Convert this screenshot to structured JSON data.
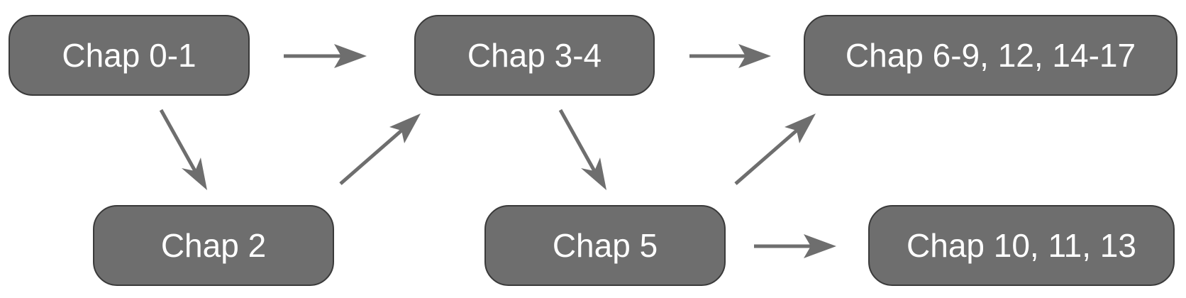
{
  "diagram": {
    "nodes": [
      {
        "id": "n01",
        "label": "Chap 0-1"
      },
      {
        "id": "n34",
        "label": "Chap 3-4"
      },
      {
        "id": "n69",
        "label": "Chap 6-9, 12, 14-17"
      },
      {
        "id": "n2",
        "label": "Chap 2"
      },
      {
        "id": "n5",
        "label": "Chap 5"
      },
      {
        "id": "n10",
        "label": "Chap 10, 11, 13"
      }
    ],
    "edges": [
      {
        "from": "Chap 0-1",
        "to": "Chap 3-4"
      },
      {
        "from": "Chap 0-1",
        "to": "Chap 2"
      },
      {
        "from": "Chap 2",
        "to": "Chap 3-4"
      },
      {
        "from": "Chap 3-4",
        "to": "Chap 6-9, 12, 14-17"
      },
      {
        "from": "Chap 3-4",
        "to": "Chap 5"
      },
      {
        "from": "Chap 5",
        "to": "Chap 6-9, 12, 14-17"
      },
      {
        "from": "Chap 5",
        "to": "Chap 10, 11, 13"
      }
    ],
    "colors": {
      "node_fill": "#6e6e6e",
      "node_border": "#3a3a3a",
      "node_text": "#ffffff",
      "arrow": "#6e6e6e",
      "background": "#ffffff"
    }
  }
}
